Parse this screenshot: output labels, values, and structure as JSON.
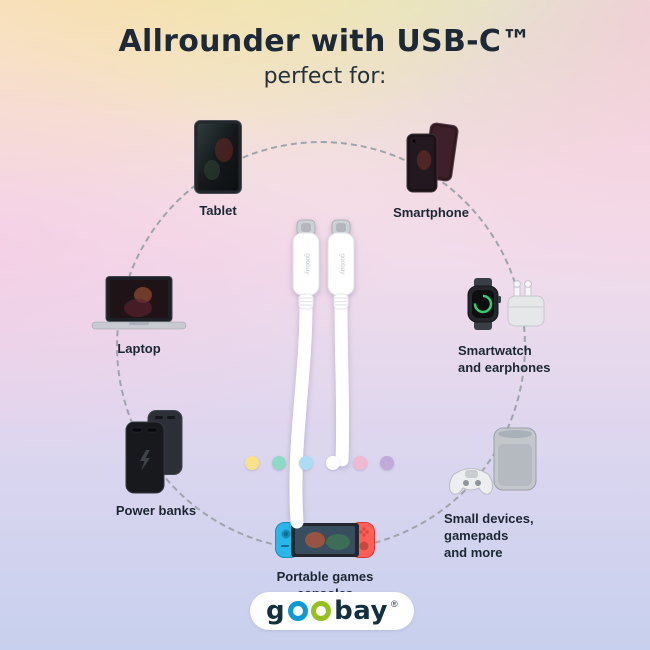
{
  "header": {
    "title": "Allrounder with USB-C™",
    "subtitle": "perfect for:"
  },
  "devices": {
    "tablet": {
      "label": "Tablet"
    },
    "smartphone": {
      "label": "Smartphone"
    },
    "laptop": {
      "label": "Laptop"
    },
    "smartwatch": {
      "label": "Smartwatch\nand earphones"
    },
    "power_banks": {
      "label": "Power banks"
    },
    "small_devices": {
      "label": "Small devices,\ngamepads\nand more"
    },
    "consoles": {
      "label": "Portable games\nconsoles"
    }
  },
  "cable": {
    "connector_text": "goobay"
  },
  "color_dots": [
    {
      "name": "yellow",
      "hex": "#f8e187"
    },
    {
      "name": "mint",
      "hex": "#8ed8c6"
    },
    {
      "name": "light-blue",
      "hex": "#abdcf1"
    },
    {
      "name": "white",
      "hex": "#ffffff"
    },
    {
      "name": "pink",
      "hex": "#f2b9d2"
    },
    {
      "name": "lavender",
      "hex": "#bfaad9"
    }
  ],
  "brand": {
    "g": "g",
    "bay": "bay",
    "registered": "®",
    "o_blue_hex": "#0d9bd7",
    "o_green_hex": "#95c11f"
  }
}
